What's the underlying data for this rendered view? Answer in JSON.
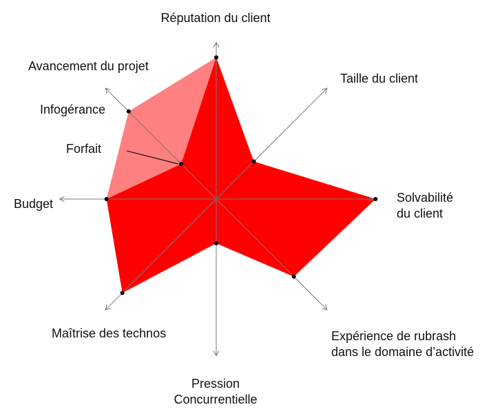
{
  "chart_data": {
    "type": "radar",
    "axes": [
      {
        "key": "reputation",
        "label": [
          "Réputation du client"
        ]
      },
      {
        "key": "taille",
        "label": [
          "Taille du client"
        ]
      },
      {
        "key": "solvabilite",
        "label": [
          "Solvabilité",
          "du client"
        ]
      },
      {
        "key": "experience",
        "label": [
          "Expérience de rubrash",
          "dans le domaine d’activité"
        ]
      },
      {
        "key": "pression",
        "label": [
          "Pression",
          "Concurrentielle"
        ]
      },
      {
        "key": "maitrise",
        "label": [
          "Maîtrise des technos"
        ]
      },
      {
        "key": "budget",
        "label": [
          "Budget"
        ]
      },
      {
        "key": "avancement",
        "label": [
          "Avancement du projet"
        ]
      }
    ],
    "range": [
      0,
      1
    ],
    "series": [
      {
        "values": [
          0.8,
          0.3,
          0.9,
          0.62,
          0.25,
          0.75,
          0.62,
          0.28
        ],
        "color": "#ff0000"
      },
      {
        "values": [
          0.8,
          0.3,
          0.9,
          0.62,
          0.25,
          0.75,
          0.62,
          0.7
        ],
        "color": "#ff8080"
      }
    ],
    "avancement_markers": [
      {
        "label": "Infogérance",
        "value": 0.7
      },
      {
        "label": "Forfait",
        "value": 0.28
      }
    ]
  },
  "colors": {
    "axis": "#777777",
    "point": "#000000",
    "text": "#111111"
  }
}
